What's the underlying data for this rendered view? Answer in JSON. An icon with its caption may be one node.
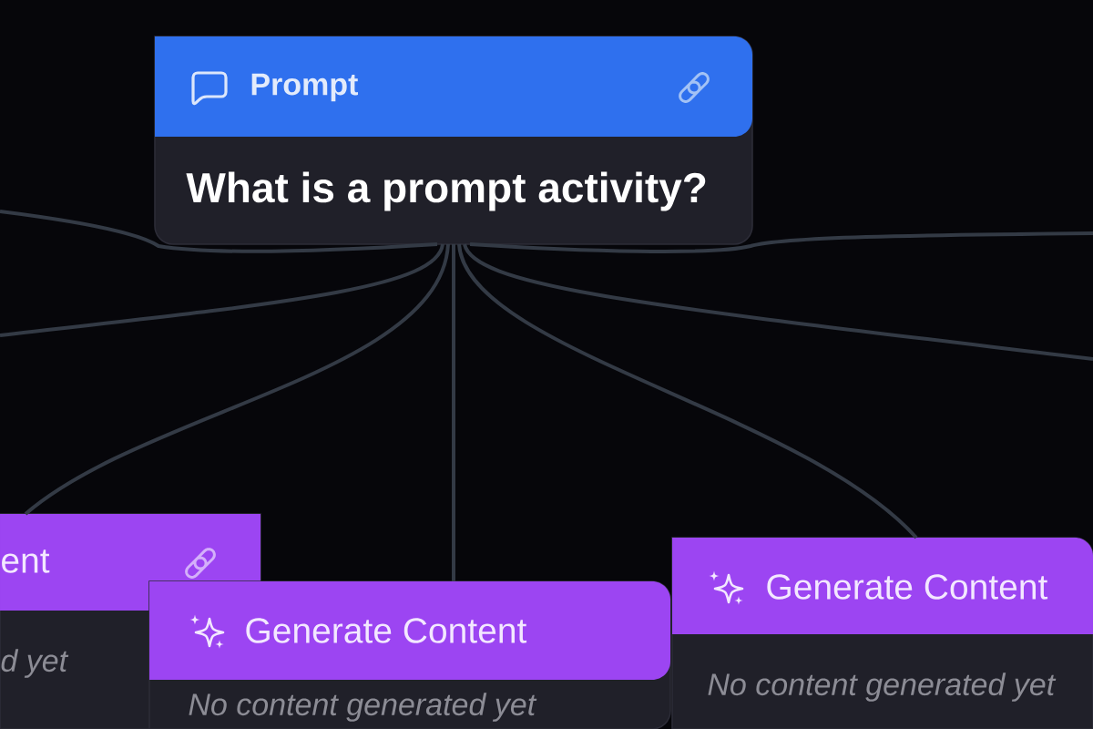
{
  "diagram": {
    "nodes": [
      {
        "text": [
          "Prompt",
          "What is a prompt activity?"
        ]
      },
      {
        "text": [
          "ent",
          "d yet"
        ]
      },
      {
        "text": [
          "Generate Content",
          "No content generated yet"
        ]
      },
      {
        "text": [
          "Generate Content",
          "No content generated yet"
        ]
      }
    ],
    "edges": [
      {
        "from": 0,
        "to": null,
        "arrow": "none"
      },
      {
        "from": 0,
        "to": null,
        "arrow": "none"
      },
      {
        "from": 0,
        "to": 1,
        "arrow": "none"
      },
      {
        "from": 0,
        "to": 2,
        "arrow": "none"
      },
      {
        "from": 0,
        "to": 3,
        "arrow": "none"
      },
      {
        "from": 0,
        "to": null,
        "arrow": "none"
      },
      {
        "from": 0,
        "to": null,
        "arrow": "none"
      }
    ]
  }
}
